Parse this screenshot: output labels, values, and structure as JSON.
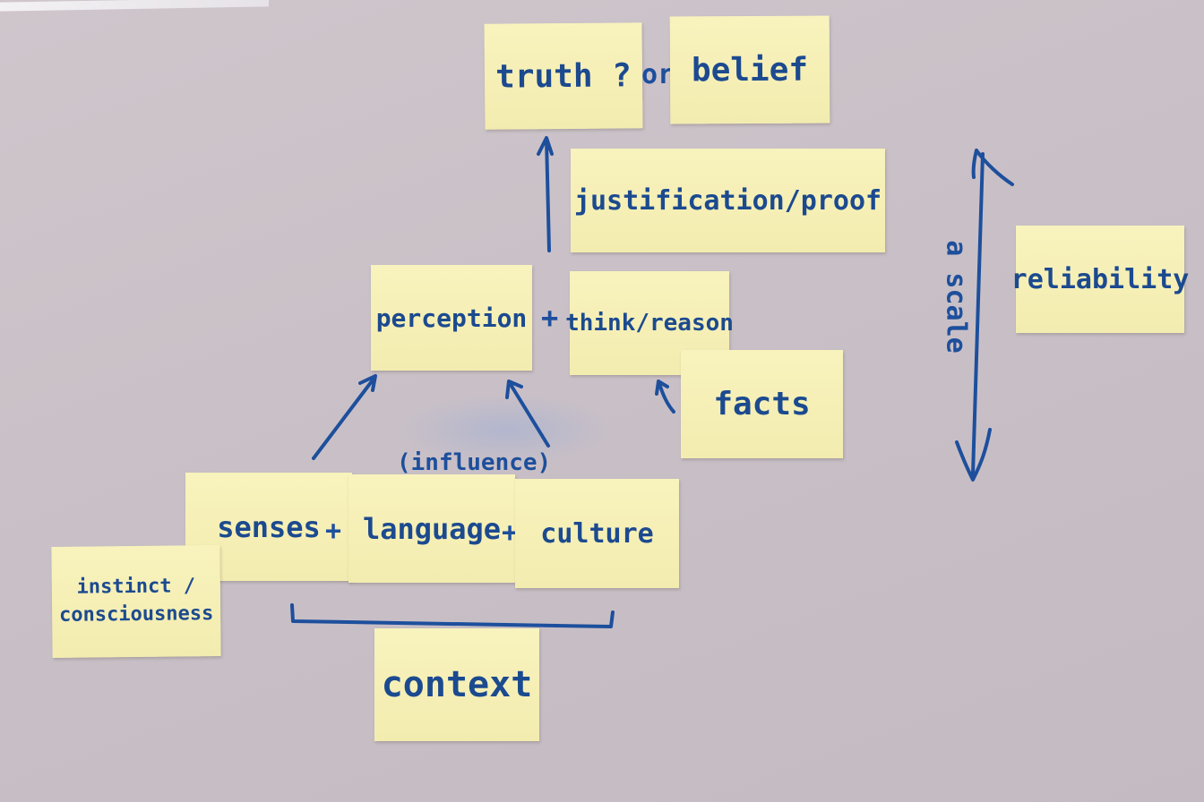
{
  "notes": {
    "truth": "truth ?",
    "belief": "belief",
    "justification": "justification/proof",
    "perception": "perception",
    "think": "think/reason",
    "facts": "facts",
    "reliability": "reliability",
    "senses": "senses",
    "language": "language",
    "culture": "culture",
    "instinct_line1": "instinct /",
    "instinct_line2": "consciousness",
    "context": "context"
  },
  "ink": {
    "or": "or",
    "plus": "+",
    "influence": "(influence)",
    "scale": "a scale"
  },
  "colors": {
    "note": "#f5efb5",
    "ink": "#1d4f9c",
    "wall": "#cbc2c8"
  }
}
